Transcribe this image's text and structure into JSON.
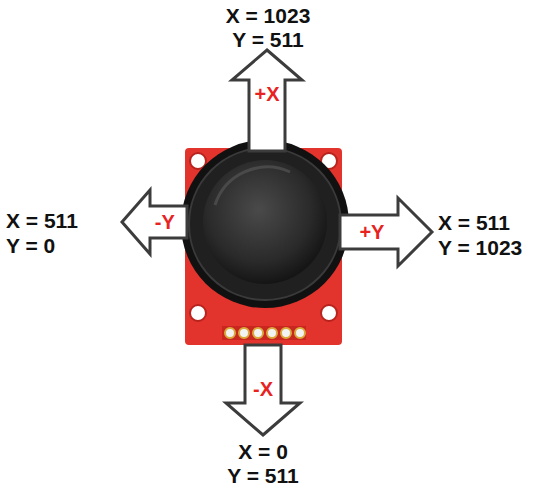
{
  "diagram": {
    "nodes": [
      {
        "text": [
          "+X"
        ]
      },
      {
        "text": [
          "-Y"
        ]
      },
      {
        "text": [
          "+Y"
        ]
      },
      {
        "text": [
          "-X"
        ]
      }
    ],
    "labels": [
      "X = 1023",
      "Y = 511",
      "X = 511",
      "Y = 0",
      "X = 511",
      "Y = 1023",
      "X = 0",
      "Y = 511"
    ]
  }
}
